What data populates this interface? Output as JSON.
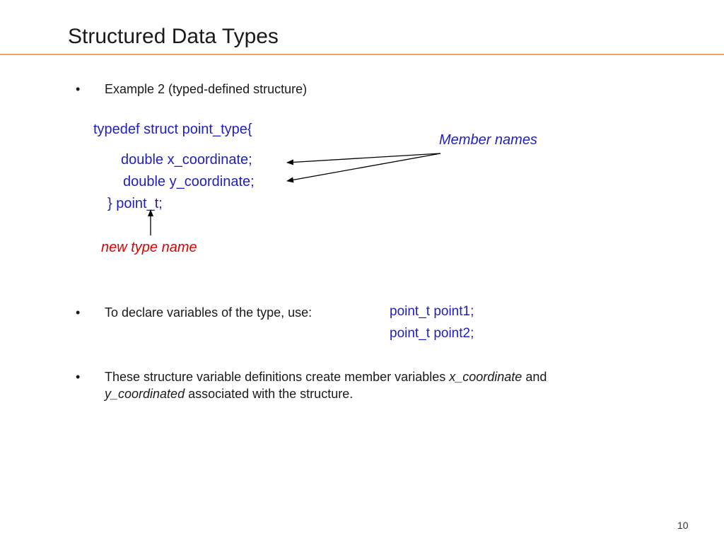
{
  "title": "Structured Data Types",
  "bullet1": {
    "text": "Example 2 (typed-defined structure)"
  },
  "code": {
    "line1": "typedef struct  point_type{",
    "line2": "double x_coordinate;",
    "line3": "double y_coordinate;",
    "line4": "} point_t;"
  },
  "annotations": {
    "member_names": "Member names",
    "new_type_name": "new type name"
  },
  "bullet2": {
    "text": "To declare variables of the type, use:",
    "decl1": "point_t   point1;",
    "decl2": "point_t   point2;"
  },
  "bullet3": {
    "part1": "These structure variable definitions create member variables ",
    "term1": "x_coordinate",
    "part2": " and",
    "term2": "y_coordinated",
    "part3": " associated with the structure."
  },
  "page_number": "10",
  "colors": {
    "accent_rule": "#f0a868",
    "code_blue": "#1f1fbf",
    "annotation_red": "#e00000"
  }
}
